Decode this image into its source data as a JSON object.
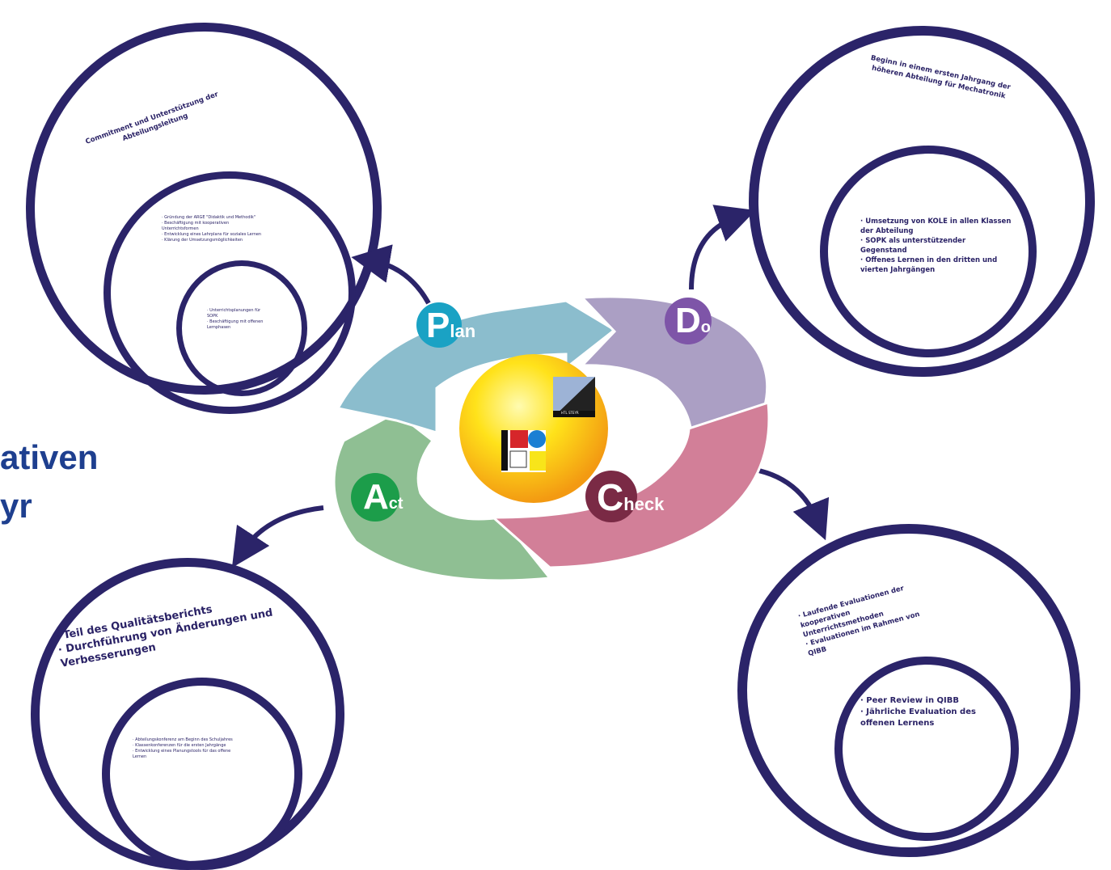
{
  "background_fragments": [
    "ativen",
    "yr"
  ],
  "diagram": {
    "badges": {
      "plan": {
        "letter": "P",
        "rest": "lan",
        "color": "#1aa2c4"
      },
      "do": {
        "letter": "D",
        "rest": "o",
        "color": "#7e55a8"
      },
      "check": {
        "letter": "C",
        "rest": "heck",
        "color": "#7a2a45"
      },
      "act": {
        "letter": "A",
        "rest": "ct",
        "color": "#1c9d4a"
      }
    },
    "logo_small_text": "HTL STEYR"
  },
  "plan": {
    "heading": "Commitment und Unterstützung der\nAbteilungsleitung",
    "middle": "· Gründung der ARGE \"Didaktik und Methodik\"\n· Beschäftigung mit kooperativen\n  Unterrichtsformen\n· Entwicklung eines Lehrplans für soziales Lernen\n· Klärung der Umsetzungsmöglichkeiten",
    "inner": "· Unterrichtsplanungen für\n  SOPK\n· Beschäftigung mit offenen\n  Lernphasen"
  },
  "do": {
    "heading": "Beginn in einem ersten Jahrgang der\nhöheren Abteilung für Mechatronik",
    "inner": "· Umsetzung von KOLE in allen Klassen\n  der Abteilung\n· SOPK als unterstützender\n  Gegenstand\n· Offenes Lernen in den dritten und\n  vierten Jahrgängen"
  },
  "act": {
    "heading": "· Teil des Qualitätsberichts\n· Durchführung von Änderungen und\n  Verbesserungen",
    "inner": "· Abteilungskonferenz am Beginn des Schuljahres\n· Klassenkonferenzen für die ersten Jahrgänge\n· Entwicklung eines Planungstools für das offene\n  Lernen"
  },
  "check": {
    "heading": "· Laufende Evaluationen der\n  kooperativen\n  Unterrichtsmethoden\n· Evaluationen im Rahmen von\n  QIBB",
    "inner": "· Peer Review in QIBB\n· Jährliche Evaluation des\n  offenen Lernens"
  }
}
